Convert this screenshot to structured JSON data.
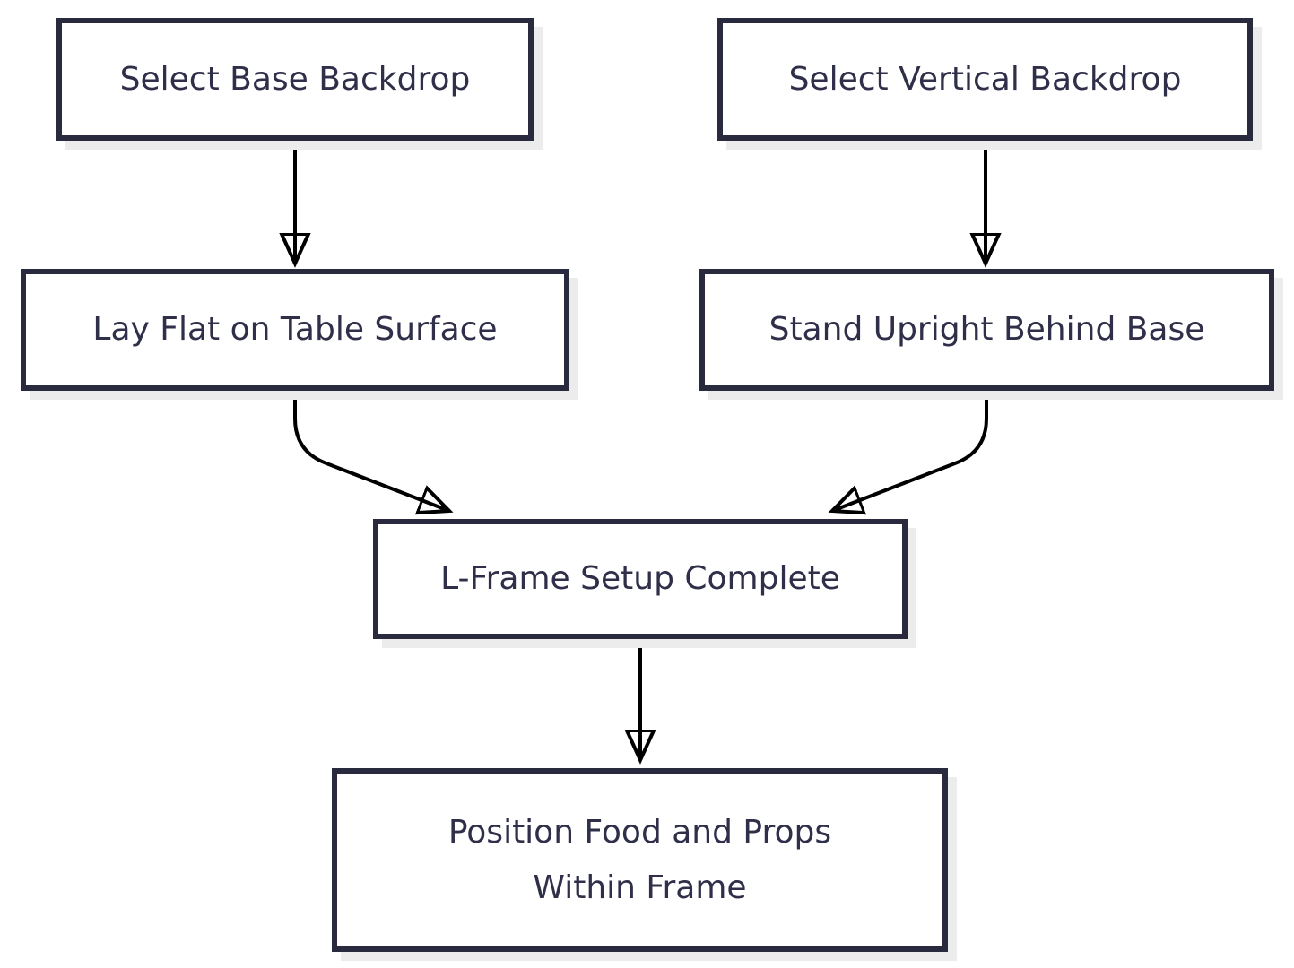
{
  "diagram": {
    "type": "flowchart",
    "direction": "top-down",
    "colors": {
      "background": "#ffffff",
      "node_border": "#2a2a3e",
      "node_fill": "#ffffff",
      "node_text": "#2f2f4a",
      "arrow": "#000000",
      "node_shadow": "#ececec"
    },
    "nodes": [
      {
        "id": "select-base-backdrop",
        "label": "Select Base Backdrop"
      },
      {
        "id": "select-vertical-backdrop",
        "label": "Select Vertical Backdrop"
      },
      {
        "id": "lay-flat-on-table",
        "label": "Lay Flat on Table Surface"
      },
      {
        "id": "stand-upright-behind",
        "label": "Stand Upright Behind Base"
      },
      {
        "id": "l-frame-setup-complete",
        "label": "L-Frame Setup Complete"
      },
      {
        "id": "position-food-and-props",
        "label": "Position Food and Props Within Frame",
        "line1": "Position Food and Props",
        "line2": "Within Frame"
      }
    ],
    "edges": [
      {
        "from": "select-base-backdrop",
        "to": "lay-flat-on-table"
      },
      {
        "from": "select-vertical-backdrop",
        "to": "stand-upright-behind"
      },
      {
        "from": "lay-flat-on-table",
        "to": "l-frame-setup-complete"
      },
      {
        "from": "stand-upright-behind",
        "to": "l-frame-setup-complete"
      },
      {
        "from": "l-frame-setup-complete",
        "to": "position-food-and-props"
      }
    ]
  }
}
